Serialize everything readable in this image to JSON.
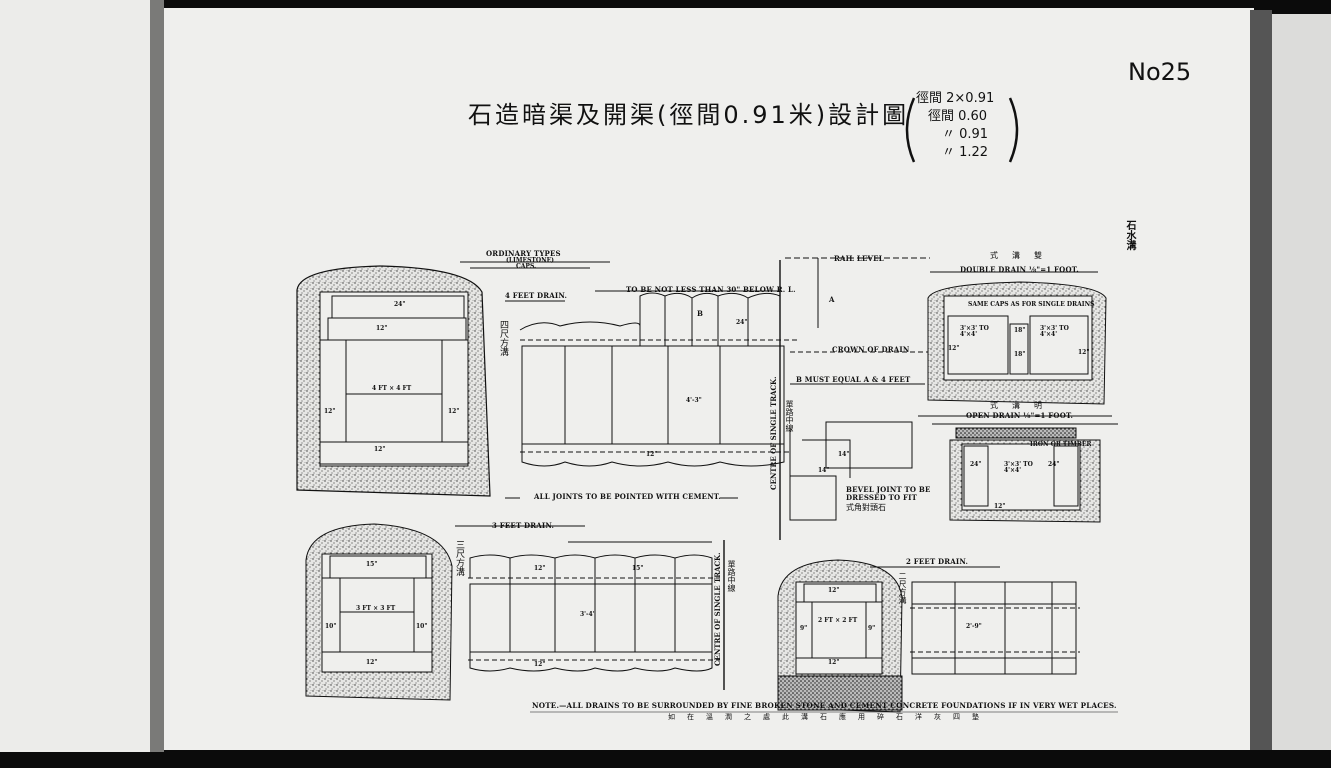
{
  "sheet": {
    "number": "No25",
    "title": "石造暗渠及開渠(徑間0.91米)設計圖",
    "spans": [
      "徑間 2×0.91",
      "徑間 0.60",
      "〃 0.91",
      "〃 1.22"
    ],
    "side_mark": "石水溝"
  },
  "labels": {
    "ordinary_types": "ORDINARY TYPES",
    "limestone": "(LIMESTONE)",
    "caps": "CAPS.",
    "four_feet_drain": "4 FEET DRAIN.",
    "four_feet_cjk": "四尺方溝",
    "not_less_than": "TO BE NOT LESS THAN 30\" BELOW R. L.",
    "rail_level": "RAIL LEVEL",
    "a_mark": "A",
    "b_mark": "B",
    "crown_of_drain": "CROWN OF DRAIN",
    "b_must_equal": "B MUST EQUAL A & 4 FEET",
    "centre_single_track": "CENTRE OF SINGLE TRACK.",
    "centre_cjk": "單路中線",
    "all_joints": "ALL JOINTS TO BE POINTED WITH CEMENT.",
    "bevel_joint": "BEVEL JOINT TO BE",
    "dressed_to_fit": "DRESSED TO FIT",
    "bevel_cjk": "式角對頭石",
    "double_drain_cjk": "式溝雙",
    "double_drain": "DOUBLE DRAIN ⅛\"=1 FOOT.",
    "same_caps": "SAME CAPS AS FOR SINGLE DRAINS",
    "open_drain_cjk": "式溝明",
    "open_drain": "OPEN DRAIN ⅛\"=1 FOOT.",
    "iron_or_timber": "IRON OR TIMBER",
    "three_feet_drain": "3 FEET DRAIN.",
    "three_feet_cjk": "三尺方溝",
    "two_feet_drain": "2 FEET DRAIN.",
    "two_feet_cjk": "二尺方溝",
    "note": "NOTE.—ALL DRAINS TO BE SURROUNDED BY FINE BROKEN STONE AND CEMENT CONCRETE FOUNDATIONS IF IN VERY WET PLACES.",
    "note_cjk": "如在溫潤之處此溝石應用碎石洋灰四墊"
  },
  "dimensions": {
    "four_ft": "4 FT × 4 FT",
    "three_ft": "3 FT × 3 FT",
    "two_ft": "2 FT × 2 FT",
    "d24": "24\"",
    "d12": "12\"",
    "d10": "10\"",
    "d9": "9\"",
    "d15": "15\"",
    "d18": "18\"",
    "d14": "14\"",
    "d4_3": "4'-3\"",
    "d3_4": "3'-4\"",
    "d2_9": "2'-9\"",
    "dbl_size": "3'×3' TO 4'×4'",
    "open_size": "3'×3' TO 4'×4'"
  }
}
